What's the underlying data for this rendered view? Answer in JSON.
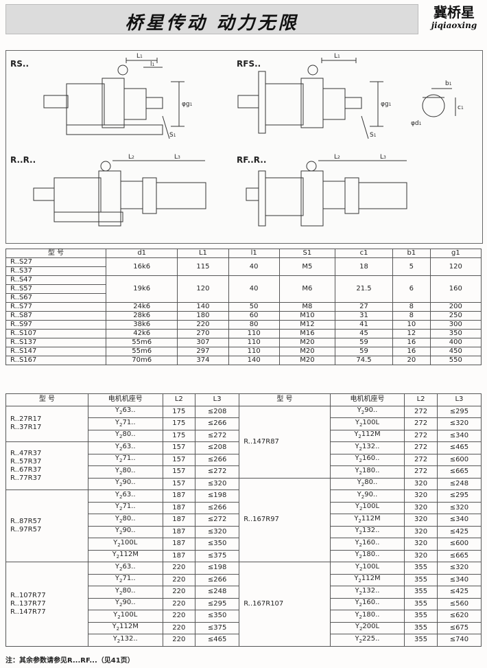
{
  "header": {
    "title": "桥星传动  动力无限",
    "brand_cn": "冀桥星",
    "brand_en": "jiqiaoxing"
  },
  "drawings": {
    "labels": [
      "RS..",
      "RFS..",
      "R..R..",
      "RF..R.."
    ],
    "dims": {
      "L1": "L1",
      "l1": "l1",
      "g1": "φg1",
      "S1": "S1",
      "L2": "L2",
      "L3": "L3",
      "b1": "b1",
      "c1": "c1",
      "d1": "φd1"
    }
  },
  "table1": {
    "headers": [
      "型  号",
      "d1",
      "L1",
      "l1",
      "S1",
      "c1",
      "b1",
      "g1"
    ],
    "rows": [
      {
        "models": [
          "R..S27",
          "R..S37"
        ],
        "d1": "16k6",
        "L1": "115",
        "l1": "40",
        "S1": "M5",
        "c1": "18",
        "b1": "5",
        "g1": "120"
      },
      {
        "models": [
          "R..S47",
          "R..S57",
          "R..S67"
        ],
        "d1": "19k6",
        "L1": "120",
        "l1": "40",
        "S1": "M6",
        "c1": "21.5",
        "b1": "6",
        "g1": "160"
      },
      {
        "models": [
          "R..S77"
        ],
        "d1": "24k6",
        "L1": "140",
        "l1": "50",
        "S1": "M8",
        "c1": "27",
        "b1": "8",
        "g1": "200"
      },
      {
        "models": [
          "R..S87"
        ],
        "d1": "28k6",
        "L1": "180",
        "l1": "60",
        "S1": "M10",
        "c1": "31",
        "b1": "8",
        "g1": "250"
      },
      {
        "models": [
          "R..S97"
        ],
        "d1": "38k6",
        "L1": "220",
        "l1": "80",
        "S1": "M12",
        "c1": "41",
        "b1": "10",
        "g1": "300"
      },
      {
        "models": [
          "R..S107"
        ],
        "d1": "42k6",
        "L1": "270",
        "l1": "110",
        "S1": "M16",
        "c1": "45",
        "b1": "12",
        "g1": "350"
      },
      {
        "models": [
          "R..S137"
        ],
        "d1": "55m6",
        "L1": "307",
        "l1": "110",
        "S1": "M20",
        "c1": "59",
        "b1": "16",
        "g1": "400"
      },
      {
        "models": [
          "R..S147"
        ],
        "d1": "55m6",
        "L1": "297",
        "l1": "110",
        "S1": "M20",
        "c1": "59",
        "b1": "16",
        "g1": "450"
      },
      {
        "models": [
          "R..S167"
        ],
        "d1": "70m6",
        "L1": "374",
        "l1": "140",
        "S1": "M20",
        "c1": "74.5",
        "b1": "20",
        "g1": "550"
      }
    ]
  },
  "table2": {
    "headers": [
      "型  号",
      "电机机座号",
      "L2",
      "L3",
      "型  号",
      "电机机座号",
      "L2",
      "L3"
    ],
    "left_groups": [
      {
        "models": [
          "R..27R17",
          "R..37R17"
        ],
        "rows": [
          [
            "Y2 63..",
            "175",
            "≤208"
          ],
          [
            "Y2 71..",
            "175",
            "≤266"
          ],
          [
            "Y2 80..",
            "175",
            "≤272"
          ]
        ]
      },
      {
        "models": [
          "R..47R37",
          "R..57R37",
          "R..67R37",
          "R..77R37"
        ],
        "rows": [
          [
            "Y2 63..",
            "157",
            "≤208"
          ],
          [
            "Y2 71..",
            "157",
            "≤266"
          ],
          [
            "Y2 80..",
            "157",
            "≤272"
          ],
          [
            "Y2 90..",
            "157",
            "≤320"
          ]
        ]
      },
      {
        "models": [
          "R..87R57",
          "R..97R57"
        ],
        "rows": [
          [
            "Y2 63..",
            "187",
            "≤198"
          ],
          [
            "Y2 71..",
            "187",
            "≤266"
          ],
          [
            "Y2 80..",
            "187",
            "≤272"
          ],
          [
            "Y2 90..",
            "187",
            "≤320"
          ],
          [
            "Y2 100L",
            "187",
            "≤350"
          ],
          [
            "Y2 112M",
            "187",
            "≤375"
          ]
        ]
      },
      {
        "models": [
          "R..107R77",
          "R..137R77",
          "R..147R77"
        ],
        "rows": [
          [
            "Y2 63..",
            "220",
            "≤198"
          ],
          [
            "Y2 71..",
            "220",
            "≤266"
          ],
          [
            "Y2 80..",
            "220",
            "≤248"
          ],
          [
            "Y2 90..",
            "220",
            "≤295"
          ],
          [
            "Y2 100L",
            "220",
            "≤350"
          ],
          [
            "Y2 112M",
            "220",
            "≤375"
          ],
          [
            "Y2 132..",
            "220",
            "≤465"
          ]
        ]
      }
    ],
    "right_groups": [
      {
        "models": [
          "R..147R87"
        ],
        "rows": [
          [
            "Y2 90..",
            "272",
            "≤295"
          ],
          [
            "Y2 100L",
            "272",
            "≤320"
          ],
          [
            "Y2 112M",
            "272",
            "≤340"
          ],
          [
            "Y2 132..",
            "272",
            "≤465"
          ],
          [
            "Y2 160..",
            "272",
            "≤600"
          ],
          [
            "Y2 180..",
            "272",
            "≤665"
          ]
        ]
      },
      {
        "models": [
          "R..167R97"
        ],
        "rows": [
          [
            "Y2 80..",
            "320",
            "≤248"
          ],
          [
            "Y2 90..",
            "320",
            "≤295"
          ],
          [
            "Y2 100L",
            "320",
            "≤320"
          ],
          [
            "Y2 112M",
            "320",
            "≤340"
          ],
          [
            "Y2 132..",
            "320",
            "≤425"
          ],
          [
            "Y2 160..",
            "320",
            "≤600"
          ],
          [
            "Y2 180..",
            "320",
            "≤665"
          ]
        ]
      },
      {
        "models": [
          "R..167R107"
        ],
        "rows": [
          [
            "Y2 100L",
            "355",
            "≤320"
          ],
          [
            "Y2 112M",
            "355",
            "≤340"
          ],
          [
            "Y2 132..",
            "355",
            "≤425"
          ],
          [
            "Y2 160..",
            "355",
            "≤560"
          ],
          [
            "Y2 180..",
            "355",
            "≤620"
          ],
          [
            "Y2 200L",
            "355",
            "≤675"
          ],
          [
            "Y2 225..",
            "355",
            "≤740"
          ]
        ]
      }
    ]
  },
  "note": "注：其余参数请参见R...RF...（见41页）"
}
